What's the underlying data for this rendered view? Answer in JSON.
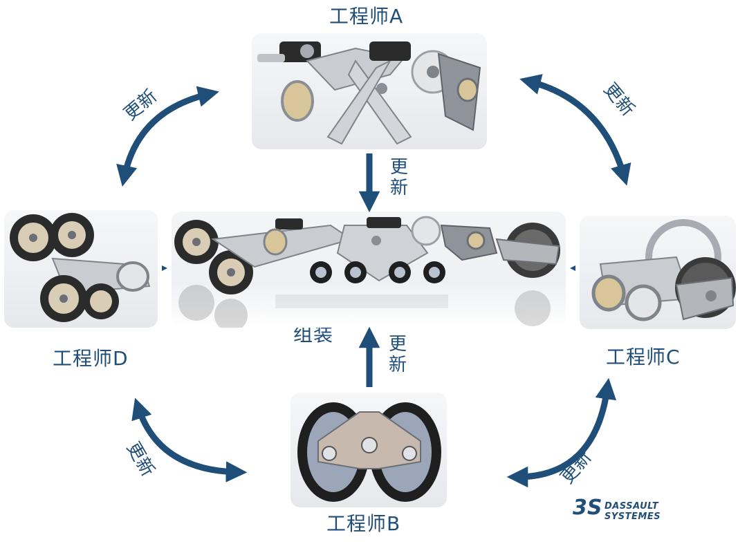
{
  "engineers": {
    "a": "工程师A",
    "b": "工程师B",
    "c": "工程师C",
    "d": "工程师D"
  },
  "assembly_label": "组装",
  "update_label": "更新",
  "update_label_vertical": [
    "更",
    "新"
  ],
  "logo": {
    "line1": "DASSAULT",
    "line2": "SYSTEMES"
  },
  "colors": {
    "primary": "#1f4e79",
    "panel": "#eceef1"
  }
}
